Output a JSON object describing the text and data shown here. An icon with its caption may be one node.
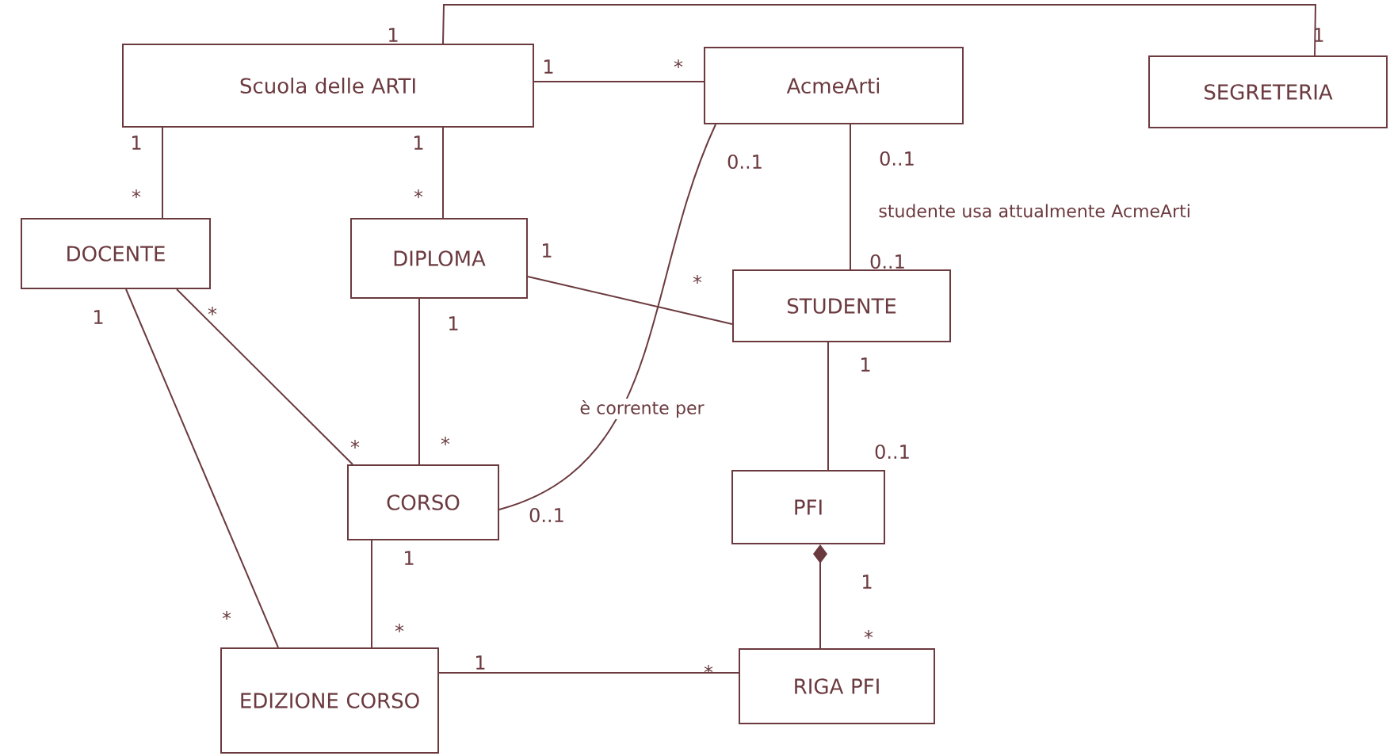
{
  "diagram": {
    "nodes": [
      {
        "text": [
          "Scuola delle ARTI"
        ]
      },
      {
        "text": [
          "AcmeArti"
        ]
      },
      {
        "text": [
          "SEGRETERIA"
        ]
      },
      {
        "text": [
          "DOCENTE"
        ]
      },
      {
        "text": [
          "DIPLOMA"
        ]
      },
      {
        "text": [
          "STUDENTE"
        ]
      },
      {
        "text": [
          "CORSO"
        ]
      },
      {
        "text": [
          "PFI"
        ]
      },
      {
        "text": [
          "EDIZIONE CORSO"
        ]
      },
      {
        "text": [
          "RIGA PFI"
        ]
      }
    ],
    "edges": [
      {
        "from": 0,
        "to": 2,
        "arrow": "none"
      },
      {
        "from": 0,
        "to": 1,
        "arrow": "none"
      },
      {
        "from": 0,
        "to": 3,
        "arrow": "none"
      },
      {
        "from": 0,
        "to": 4,
        "arrow": "none"
      },
      {
        "from": 1,
        "to": 5,
        "arrow": "none",
        "label": "studente usa attualmente AcmeArti"
      },
      {
        "from": 1,
        "to": 6,
        "arrow": "none",
        "label": "è corrente per"
      },
      {
        "from": 4,
        "to": 5,
        "arrow": "none"
      },
      {
        "from": 3,
        "to": 6,
        "arrow": "none"
      },
      {
        "from": 3,
        "to": 8,
        "arrow": "none"
      },
      {
        "from": 4,
        "to": 6,
        "arrow": "none"
      },
      {
        "from": 5,
        "to": 7,
        "arrow": "none"
      },
      {
        "from": 6,
        "to": 8,
        "arrow": "none"
      },
      {
        "from": 8,
        "to": 9,
        "arrow": "none"
      },
      {
        "from": 7,
        "to": 9,
        "arrow": "other"
      }
    ],
    "labels": [
      "1",
      "1",
      "1",
      "*",
      "1",
      "1",
      "0..1",
      "0..1",
      "*",
      "*",
      "1",
      "0..1",
      "*",
      "1",
      "*",
      "1",
      "1",
      "*",
      "*",
      "0..1",
      "0..1",
      "1",
      "1",
      "*",
      "*",
      "*",
      "1",
      "*"
    ]
  }
}
